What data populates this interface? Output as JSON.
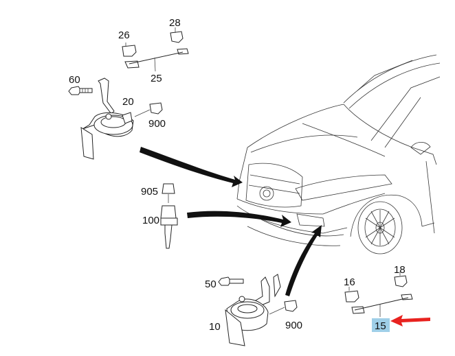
{
  "labels": {
    "p26": "26",
    "p28": "28",
    "p25": "25",
    "p60": "60",
    "p20": "20",
    "p900a": "900",
    "p905": "905",
    "p100": "100",
    "p50": "50",
    "p10": "10",
    "p900b": "900",
    "p16": "16",
    "p18": "18",
    "p15": "15"
  },
  "highlight": {
    "part": "15",
    "box_color": "#9fcfe8",
    "arrow_color": "#e8221f"
  }
}
